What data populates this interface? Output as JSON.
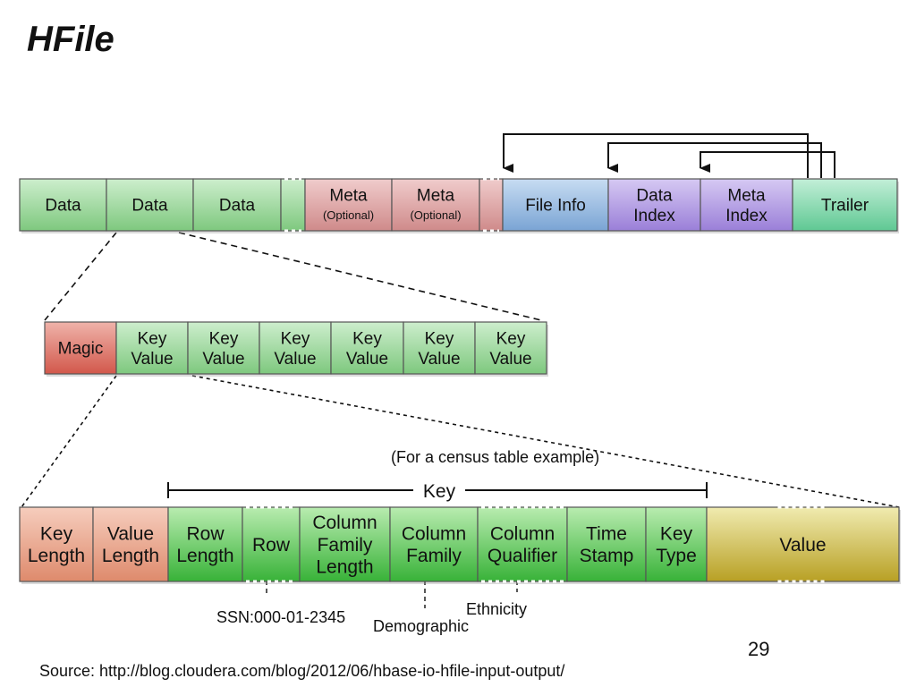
{
  "title": "HFile",
  "hfile_row": {
    "blocks": [
      {
        "lines": [
          "Data"
        ],
        "kind": "data"
      },
      {
        "lines": [
          "Data"
        ],
        "kind": "data"
      },
      {
        "lines": [
          "Data"
        ],
        "kind": "data"
      },
      {
        "lines": [],
        "kind": "data-gap"
      },
      {
        "lines": [
          "Meta",
          "(Optional)"
        ],
        "kind": "meta"
      },
      {
        "lines": [
          "Meta",
          "(Optional)"
        ],
        "kind": "meta"
      },
      {
        "lines": [],
        "kind": "meta-gap"
      },
      {
        "lines": [
          "File Info"
        ],
        "kind": "fileinfo"
      },
      {
        "lines": [
          "Data",
          "Index"
        ],
        "kind": "index"
      },
      {
        "lines": [
          "Meta",
          "Index"
        ],
        "kind": "index"
      },
      {
        "lines": [
          "Trailer"
        ],
        "kind": "trailer"
      }
    ]
  },
  "data_block_row": {
    "blocks": [
      {
        "lines": [
          "Magic"
        ],
        "kind": "magic"
      },
      {
        "lines": [
          "Key",
          "Value"
        ],
        "kind": "data"
      },
      {
        "lines": [
          "Key",
          "Value"
        ],
        "kind": "data"
      },
      {
        "lines": [
          "Key",
          "Value"
        ],
        "kind": "data"
      },
      {
        "lines": [
          "Key",
          "Value"
        ],
        "kind": "data"
      },
      {
        "lines": [
          "Key",
          "Value"
        ],
        "kind": "data"
      },
      {
        "lines": [
          "Key",
          "Value"
        ],
        "kind": "data"
      }
    ]
  },
  "keyvalue_row": {
    "blocks": [
      {
        "lines": [
          "Key",
          "Length"
        ],
        "kind": "len"
      },
      {
        "lines": [
          "Value",
          "Length"
        ],
        "kind": "len"
      },
      {
        "lines": [
          "Row",
          "Length"
        ],
        "kind": "key"
      },
      {
        "lines": [
          "Row"
        ],
        "kind": "key-dotted"
      },
      {
        "lines": [
          "Column",
          "Family",
          "Length"
        ],
        "kind": "key"
      },
      {
        "lines": [
          "Column",
          "Family"
        ],
        "kind": "key"
      },
      {
        "lines": [
          "Column",
          "Qualifier"
        ],
        "kind": "key-dotted"
      },
      {
        "lines": [
          "Time",
          "Stamp"
        ],
        "kind": "key"
      },
      {
        "lines": [
          "Key",
          "Type"
        ],
        "kind": "key"
      },
      {
        "lines": [
          "Value"
        ],
        "kind": "value"
      }
    ],
    "key_bracket_label": "Key"
  },
  "annotations": {
    "census_note": "(For a census table example)",
    "row_example": "SSN:000-01-2345",
    "family_example": "Demographic",
    "qualifier_example": "Ethnicity"
  },
  "page_number": "29",
  "source": "Source: http://blog.cloudera.com/blog/2012/06/hbase-io-hfile-input-output/",
  "colors": {
    "data": "#8fd08f",
    "meta": "#d99a9a",
    "fileinfo": "#8eb4dc",
    "index": "#a88fdc",
    "trailer": "#7fd3a8",
    "magic": "#d9766a",
    "len": "#e8a088",
    "key": "#5cc85c",
    "value": "#cdb840"
  }
}
